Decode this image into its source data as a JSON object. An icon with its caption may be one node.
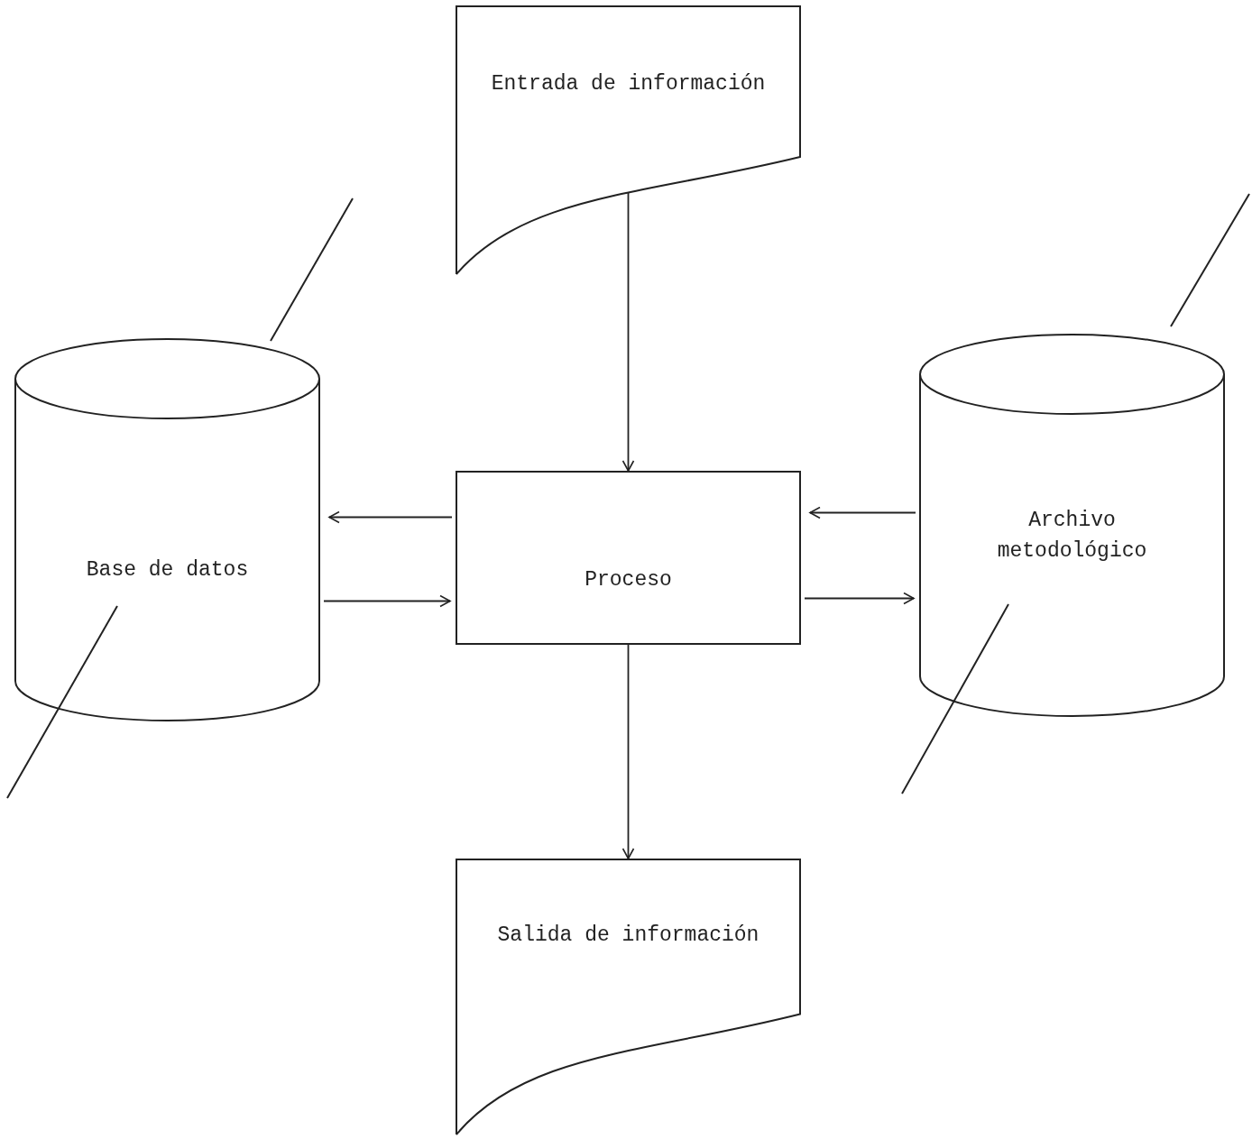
{
  "diagram": {
    "nodes": [
      {
        "text": [
          "Entrada de información"
        ]
      },
      {
        "text": [
          "Base de datos"
        ]
      },
      {
        "text": [
          "Proceso"
        ]
      },
      {
        "text": [
          "Archivo metodológico"
        ]
      },
      {
        "text": [
          "Salida de información"
        ]
      }
    ],
    "edges": [
      {
        "from": 0,
        "to": 2,
        "arrow": "to"
      },
      {
        "from": 2,
        "to": 1,
        "arrow": "to"
      },
      {
        "from": 1,
        "to": 2,
        "arrow": "to"
      },
      {
        "from": 3,
        "to": 2,
        "arrow": "to"
      },
      {
        "from": 2,
        "to": 3,
        "arrow": "to"
      },
      {
        "from": 2,
        "to": 4,
        "arrow": "to"
      }
    ]
  }
}
